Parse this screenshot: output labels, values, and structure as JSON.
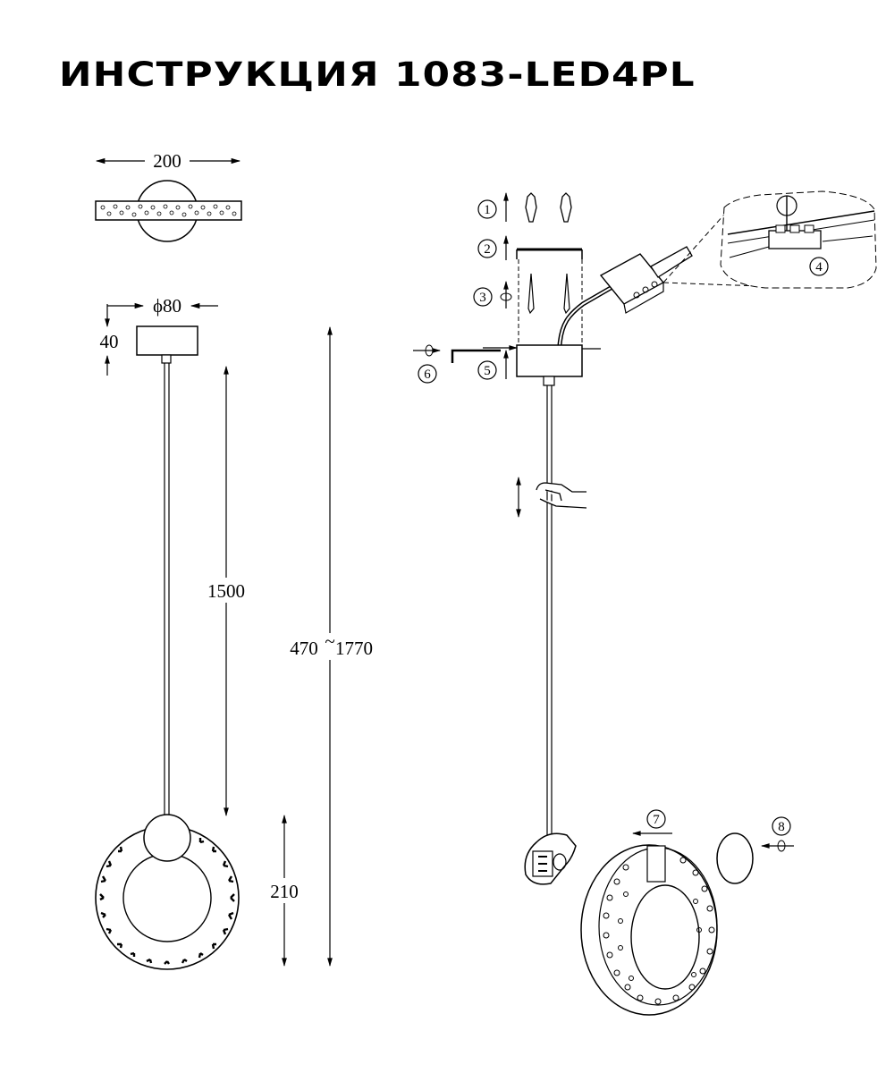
{
  "title": "ИНСТРУКЦИЯ 1083-LED4PL",
  "dimensions": {
    "width": "200",
    "canopy_diameter": "ϕ80",
    "canopy_height": "40",
    "cable_length": "1500",
    "total_height_a": "470",
    "total_height_sep": "~",
    "total_height_b": "1770",
    "ring_height": "210"
  },
  "steps": [
    "1",
    "2",
    "3",
    "4",
    "5",
    "6",
    "7",
    "8"
  ]
}
